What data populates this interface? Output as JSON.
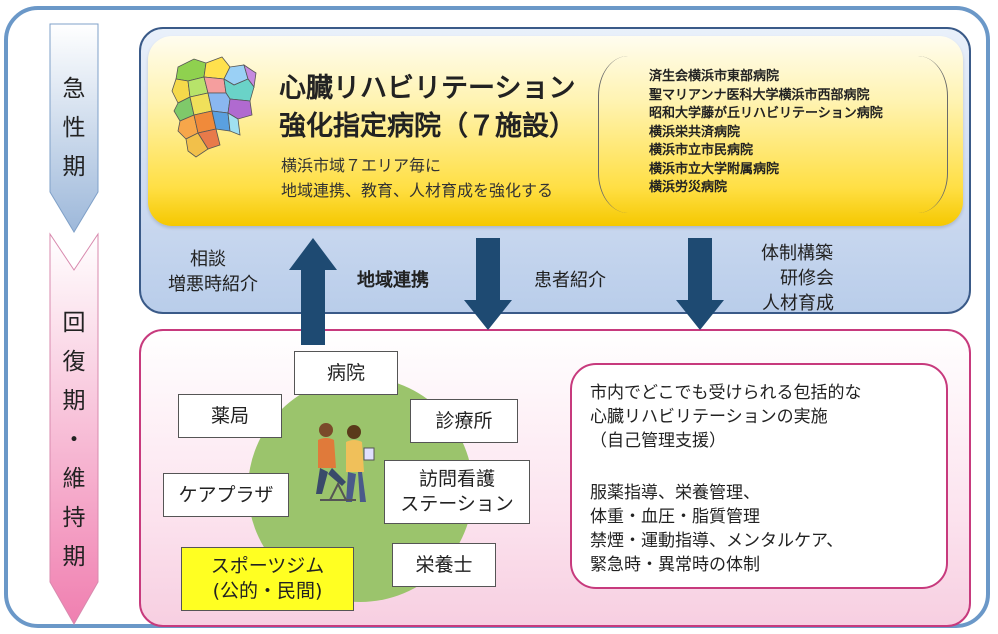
{
  "phases": {
    "acute": [
      "急",
      "性",
      "期"
    ],
    "recovery": [
      "回",
      "復",
      "期",
      "・",
      "維",
      "持",
      "期"
    ]
  },
  "top": {
    "title_line1": "心臓リハビリテーション",
    "title_line2": "強化指定病院（７施設）",
    "subtitle_line1": "横浜市域７エリア毎に",
    "subtitle_line2": "地域連携、教育、人材育成を強化する",
    "hospitals": [
      "済生会横浜市東部病院",
      "聖マリアンナ医科大学横浜市西部病院",
      "昭和大学藤が丘リハビリテーション病院",
      "横浜栄共済病院",
      "横浜市立市民病院",
      "横浜市立大学附属病院",
      "横浜労災病院"
    ]
  },
  "links": {
    "consult": "相談",
    "worsen_referral": "増悪時紹介",
    "regional": "地域連携",
    "patient_referral": "患者紹介",
    "system_building": "体制構築",
    "training": "研修会",
    "hr_development": "人材育成"
  },
  "community": {
    "hospital": "病院",
    "pharmacy": "薬局",
    "clinic": "診療所",
    "care_plaza": "ケアプラザ",
    "nursing_line1": "訪問看護",
    "nursing_line2": "ステーション",
    "gym_line1": "スポーツジム",
    "gym_line2": "(公的・民間)",
    "dietitian": "栄養士"
  },
  "info": {
    "lines": [
      "市内でどこでも受けられる包括的な",
      "心臓リハビリテーションの実施",
      "（自己管理支援）",
      "",
      "服薬指導、栄養管理、",
      "体重・血圧・脂質管理",
      "禁煙・運動指導、メンタルケア、",
      "緊急時・異常時の体制"
    ]
  },
  "colors": {
    "frame": "#6b98c8",
    "blue_border": "#3a5a88",
    "pink_border": "#c73a7d",
    "arrow": "#1e4a72",
    "circle": "#9bc46c",
    "gym_highlight": "#ffff22"
  }
}
